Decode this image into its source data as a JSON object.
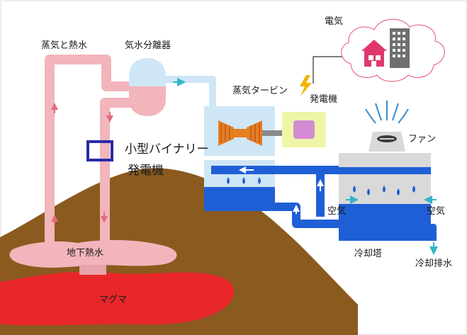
{
  "labels": {
    "steam_and_hot_water": "蒸気と熱水",
    "separator": "気水分離器",
    "electricity": "電気",
    "turbine": "蒸気タービン",
    "generator": "発電機",
    "binary_line1": "小型バイナリー",
    "binary_line2": "発電機",
    "fan": "ファン",
    "air_left": "空気",
    "air_right": "空気",
    "underground_hot_water": "地下熱水",
    "cooling_tower": "冷却塔",
    "cooling_drain": "冷却排水",
    "magma": "マグマ"
  },
  "colors": {
    "pipe_pink": "#f2b5bb",
    "pipe_pink_dark": "#e08b96",
    "water_blue": "#1f5fd6",
    "water_blue_light": "#cfe6f6",
    "ground_brown": "#8a5a1f",
    "magma_red": "#e8262a",
    "turbine_orange": "#e67e22",
    "generator_yellow": "#eef5a6",
    "generator_magenta": "#d38bd4",
    "tower_gray": "#d9d9d9",
    "house_pink": "#e0376a",
    "building_gray": "#6f6f6f",
    "cloud_outline": "#e86a82",
    "lightning_yellow": "#f2b300",
    "binary_box": "#2a2aa8"
  },
  "icons": {
    "house": "house-icon",
    "building": "building-icon",
    "lightning": "lightning-icon",
    "turbine": "turbine-icon",
    "fan": "fan-icon"
  }
}
